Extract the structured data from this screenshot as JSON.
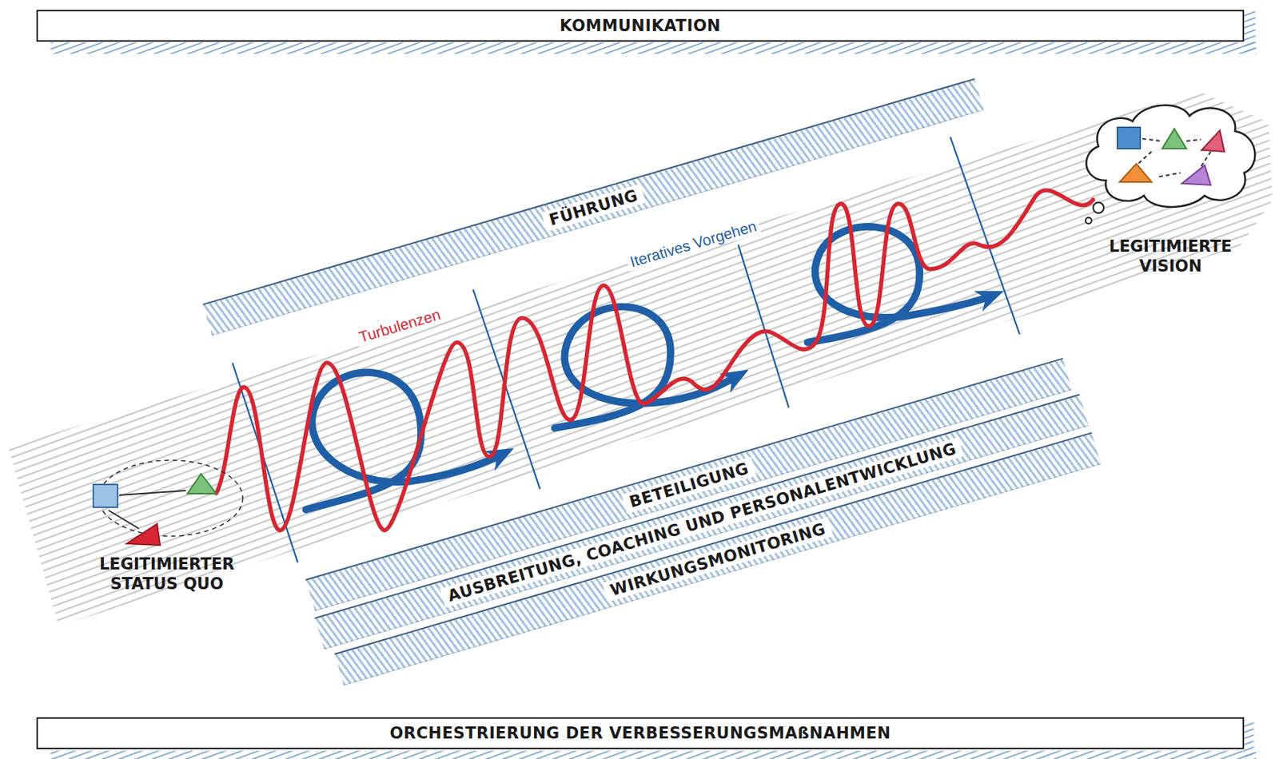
{
  "diagram": {
    "nodes": [
      {
        "text": [
          "KOMMUNIKATION"
        ]
      },
      {
        "text": [
          "FÜHRUNG"
        ]
      },
      {
        "text": [
          "LEGITIMIERTER STATUS QUO"
        ]
      },
      {
        "text": [
          "LEGITIMIERTE VISION"
        ]
      },
      {
        "text": [
          "BETEILIGUNG"
        ]
      },
      {
        "text": [
          "AUSBREITUNG, COACHING UND PERSONALENTWICKLUNG"
        ]
      },
      {
        "text": [
          "WIRKUNGSMONITORING"
        ]
      },
      {
        "text": [
          "ORCHESTRIERUNG DER VERBESSERUNGSMAßNAHMEN"
        ]
      }
    ],
    "labels": [
      "Turbulenzen",
      "Iteratives Vorgehen"
    ]
  }
}
